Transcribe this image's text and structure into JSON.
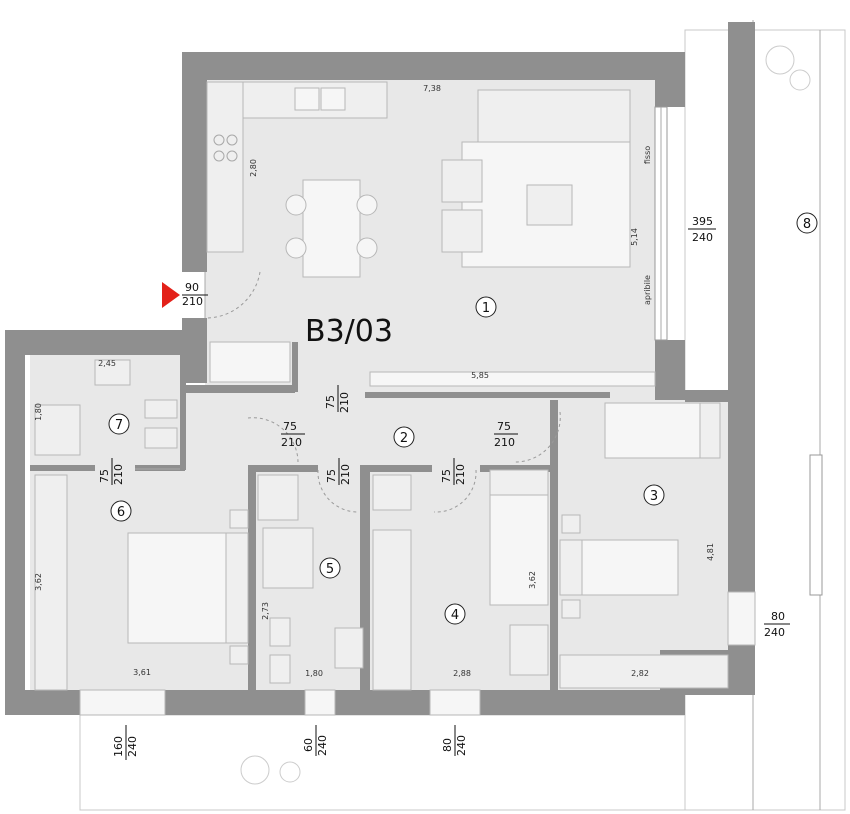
{
  "plan": {
    "unit_label": "B3/03",
    "rooms": [
      {
        "num": "1"
      },
      {
        "num": "2"
      },
      {
        "num": "3"
      },
      {
        "num": "4"
      },
      {
        "num": "5"
      },
      {
        "num": "6"
      },
      {
        "num": "7"
      },
      {
        "num": "8"
      }
    ],
    "dimensions": {
      "living_width": "7,38",
      "living_height": "5,14",
      "kitchen_depth": "2,80",
      "living_bottom": "5,85",
      "bath_top": "2,45",
      "bath_side": "1,80",
      "bed6_height": "3,62",
      "bed6_width": "3,61",
      "bath5_height": "2,73",
      "bath5_width": "1,80",
      "bed4_height": "3,62",
      "bed4_width": "2,88",
      "bed3_height": "4,81",
      "bed3_width": "2,82"
    },
    "openings": {
      "entry": {
        "w": "90",
        "h": "210"
      },
      "living_window": {
        "w": "395",
        "h": "240"
      },
      "bed3_window": {
        "w": "80",
        "h": "240"
      },
      "bed6_window": {
        "w": "160",
        "h": "240"
      },
      "bath5_window": {
        "w": "60",
        "h": "240"
      },
      "bed4_window": {
        "w": "80",
        "h": "240"
      },
      "hall_door_top": {
        "w": "75",
        "h": "210"
      },
      "door_bed6": {
        "w": "75",
        "h": "210"
      },
      "door_bed3": {
        "w": "75",
        "h": "210"
      },
      "door_bath7": {
        "w": "75",
        "h": "210"
      },
      "door_bath5": {
        "w": "75",
        "h": "210"
      },
      "door_bed4": {
        "w": "75",
        "h": "210"
      }
    },
    "notes": {
      "fixed": "fisso",
      "openable": "apribile"
    },
    "colors": {
      "wall": "#8f8f8f",
      "floor": "#e8e8e8",
      "entry_marker": "#e32119"
    }
  }
}
